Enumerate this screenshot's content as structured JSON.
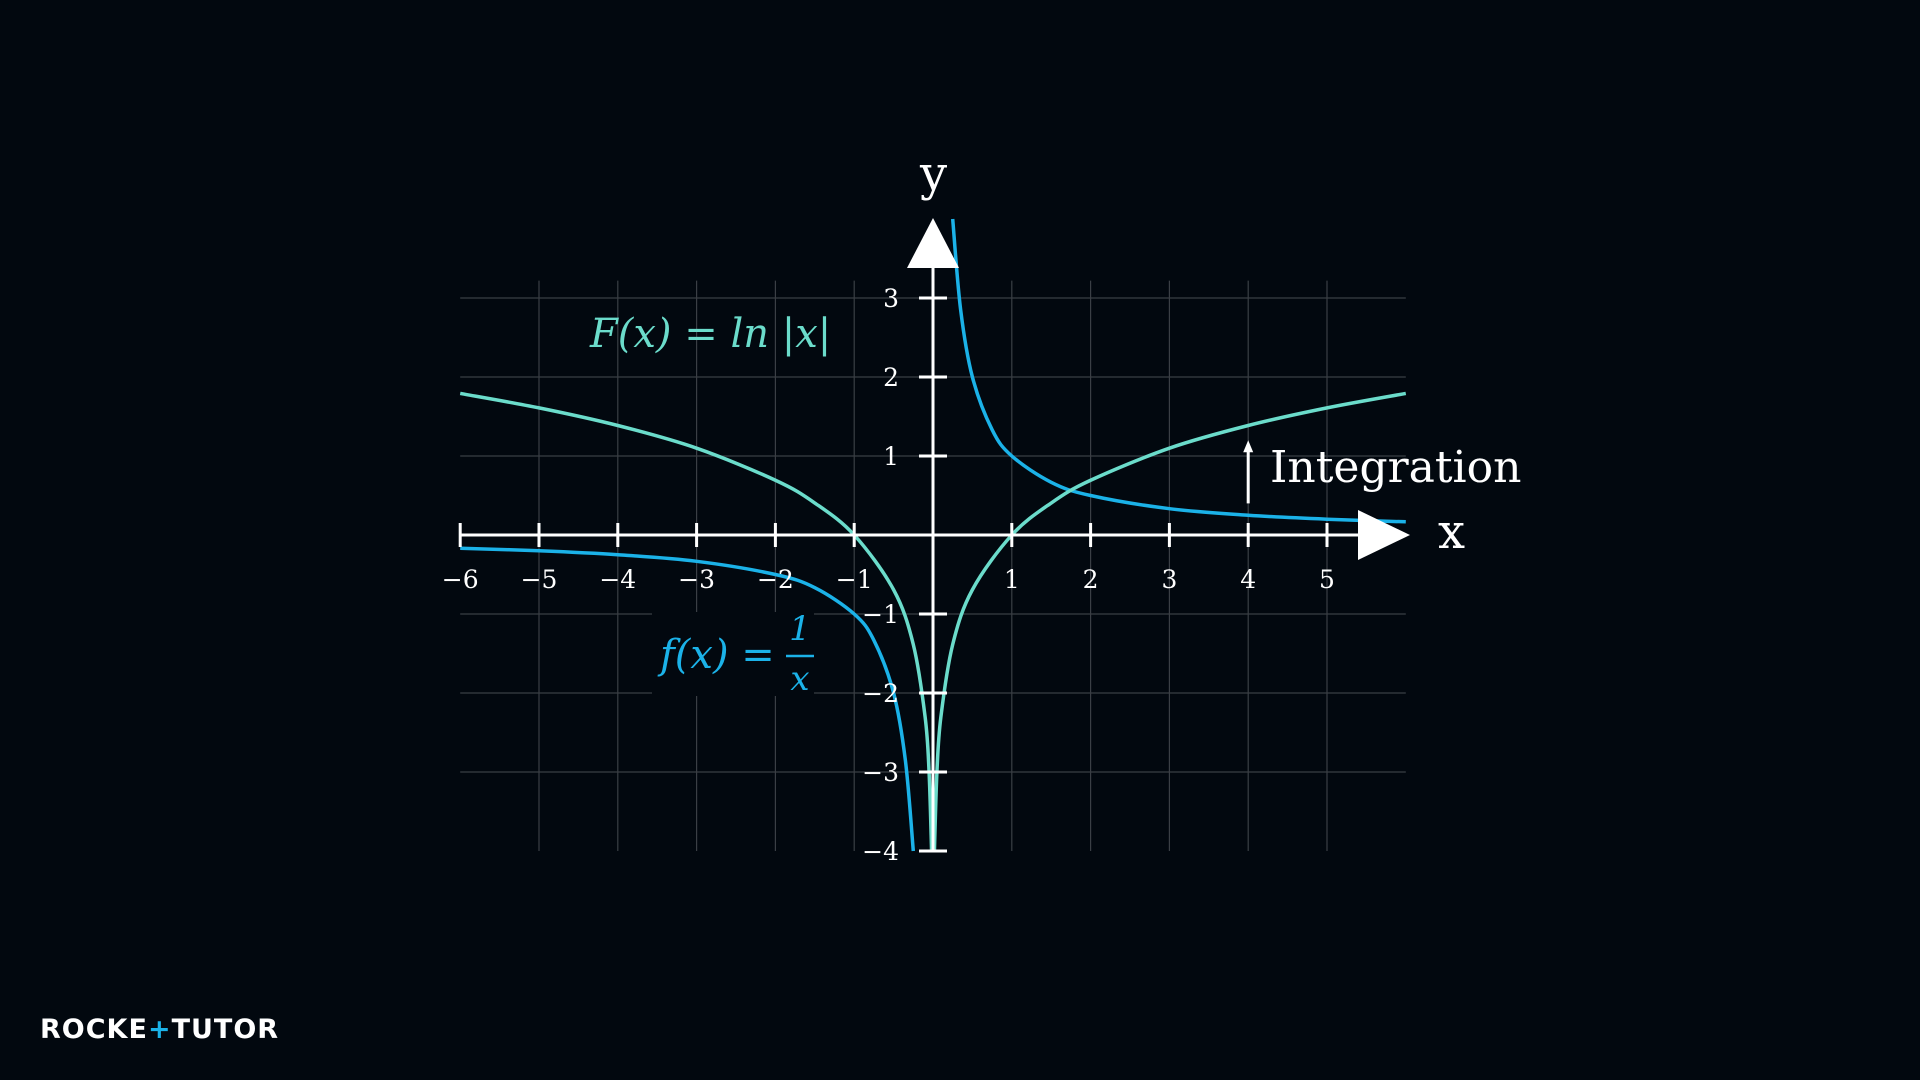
{
  "colors": {
    "background": "#02080f",
    "reciprocal": "#1bb2e8",
    "log": "#6bdccb",
    "axes": "#ffffff",
    "grid": "#3a3f45"
  },
  "chart_data": {
    "type": "line",
    "xlabel": "x",
    "ylabel": "y",
    "xlim": [
      -6,
      6
    ],
    "ylim": [
      -4,
      4
    ],
    "x_ticks": [
      -6,
      -5,
      -4,
      -3,
      -2,
      -1,
      1,
      2,
      3,
      4,
      5
    ],
    "y_ticks": [
      -4,
      -3,
      -2,
      -1,
      1,
      2,
      3
    ],
    "x_tick_labels": [
      "−6",
      "−5",
      "−4",
      "−3",
      "−2",
      "−1",
      "1",
      "2",
      "3",
      "4",
      "5"
    ],
    "y_tick_labels": [
      "−4",
      "−3",
      "−2",
      "−1",
      "1",
      "2",
      "3"
    ],
    "grid": true,
    "series": [
      {
        "name": "f(x) = 1/x",
        "color": "#1bb2e8",
        "x": [
          -6,
          -5,
          -4,
          -3,
          -2,
          -1.5,
          -1,
          -0.75,
          -0.5,
          -0.35,
          -0.25,
          0.25,
          0.35,
          0.5,
          0.75,
          1,
          1.5,
          2,
          3,
          4,
          5,
          6
        ],
        "y": [
          -0.167,
          -0.2,
          -0.25,
          -0.333,
          -0.5,
          -0.667,
          -1,
          -1.333,
          -2,
          -2.857,
          -4,
          4,
          2.857,
          2,
          1.333,
          1,
          0.667,
          0.5,
          0.333,
          0.25,
          0.2,
          0.167
        ]
      },
      {
        "name": "F(x) = ln|x|",
        "color": "#6bdccb",
        "x": [
          -6,
          -5,
          -4,
          -3,
          -2,
          -1.5,
          -1,
          -0.5,
          -0.25,
          -0.1,
          -0.05,
          -0.018,
          0.018,
          0.05,
          0.1,
          0.25,
          0.5,
          1,
          1.5,
          2,
          3,
          4,
          5,
          6
        ],
        "y": [
          1.792,
          1.609,
          1.386,
          1.099,
          0.693,
          0.405,
          0,
          -0.693,
          -1.386,
          -2.303,
          -2.996,
          -4,
          -4,
          -2.996,
          -2.303,
          -1.386,
          -0.693,
          0,
          0.405,
          0.693,
          1.099,
          1.386,
          1.609,
          1.792
        ]
      }
    ],
    "annotations": {
      "reciprocal_label": {
        "lhs": "f(x) = ",
        "num": "1",
        "den": "x"
      },
      "log_label": "F(x) = ln |x|",
      "arrow_label": "Integration",
      "arrow_x": 4,
      "arrow_y": [
        0.4,
        1.2
      ]
    }
  },
  "branding": {
    "logo": {
      "part1": "ROCKE",
      "part2": "+",
      "part3": "TUTO",
      "part4": "R"
    }
  }
}
